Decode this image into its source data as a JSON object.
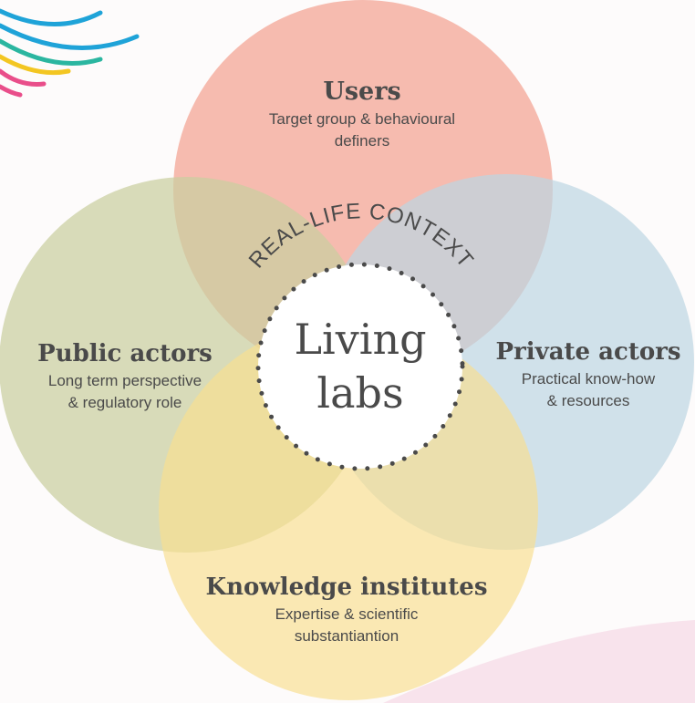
{
  "center": {
    "line1": "Living",
    "line2": "labs",
    "arc_label": "REAL-LIFE CONTEXT"
  },
  "users": {
    "title": "Users",
    "line1": "Target group & behavioural",
    "line2": "definers",
    "color": "#f4a99a"
  },
  "public": {
    "title": "Public actors",
    "line1": "Long term perspective",
    "line2": "& regulatory role",
    "color": "#c9cfa0"
  },
  "private": {
    "title": "Private actors",
    "line1": "Practical know-how",
    "line2": "& resources",
    "color": "#bcd6e3"
  },
  "knowledge": {
    "title": "Knowledge institutes",
    "line1": "Expertise & scientific",
    "line2": "substantiantion",
    "color": "#f7df90"
  },
  "decoration": {
    "stripe_colors": [
      "#1fa3d8",
      "#2bb6a0",
      "#f3c622",
      "#e94e8a"
    ]
  }
}
